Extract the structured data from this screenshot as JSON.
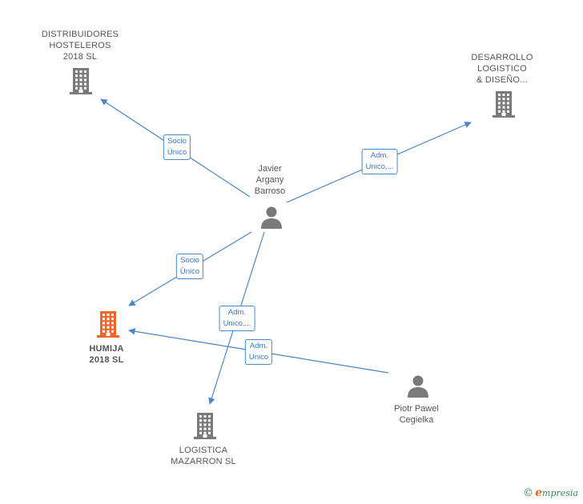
{
  "colors": {
    "edge": "#4a86c8",
    "company": "#7a7a7a",
    "highlight": "#f0642e",
    "person": "#7a7a7a"
  },
  "nodes": [
    {
      "id": "distribuidores",
      "type": "company",
      "lines": [
        "DISTRIBUIDORES",
        "HOSTELEROS",
        "2018  SL"
      ]
    },
    {
      "id": "desarrollo",
      "type": "company",
      "lines": [
        "DESARROLLO",
        "LOGISTICO",
        "& DISEÑO..."
      ]
    },
    {
      "id": "javier",
      "type": "person",
      "lines": [
        "Javier",
        "Argany",
        "Barroso"
      ]
    },
    {
      "id": "humija",
      "type": "company",
      "highlight": true,
      "lines": [
        "HUMIJA",
        "2018  SL"
      ]
    },
    {
      "id": "logistica",
      "type": "company",
      "lines": [
        "LOGISTICA",
        "MAZARRON  SL"
      ]
    },
    {
      "id": "piotr",
      "type": "person",
      "lines": [
        "Piotr Pawel",
        "Cegielka"
      ]
    }
  ],
  "edges": [
    {
      "from": "javier",
      "to": "distribuidores",
      "lines": [
        "Socio",
        "Único"
      ]
    },
    {
      "from": "javier",
      "to": "desarrollo",
      "lines": [
        "Adm.",
        "Unico,..."
      ]
    },
    {
      "from": "javier",
      "to": "humija",
      "lines": [
        "Socio",
        "Único"
      ]
    },
    {
      "from": "javier",
      "to": "logistica",
      "lines": [
        "Adm.",
        "Unico,..."
      ]
    },
    {
      "from": "piotr",
      "to": "humija",
      "lines": [
        "Adm.",
        "Unico"
      ]
    }
  ],
  "brand": {
    "copyright": "©",
    "initial": "e",
    "name": "mpresia"
  }
}
